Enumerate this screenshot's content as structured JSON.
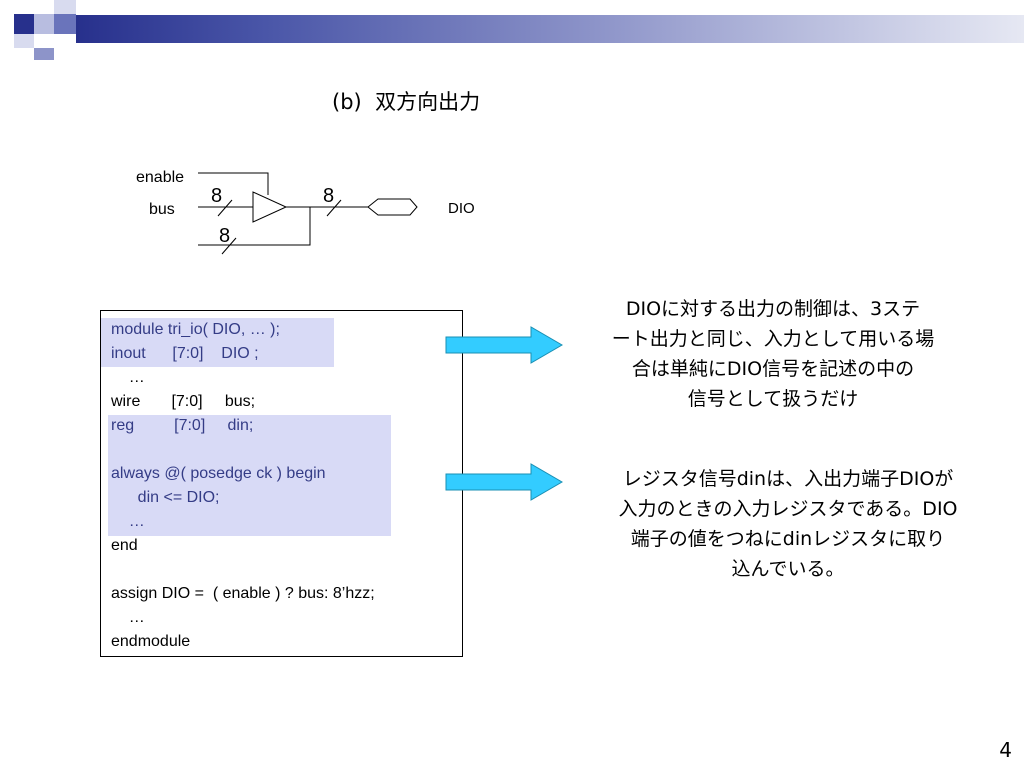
{
  "slide": {
    "title": "(b)  双方向出力",
    "page_number": "4"
  },
  "colors": {
    "header_bar": "#27308c",
    "highlight": "#d8daf6",
    "arrow_fill": "#33ccff",
    "code_blue": "#343c86"
  },
  "diagram": {
    "enable_label": "enable",
    "bus_label": "bus",
    "dio_label": "DIO",
    "width_bus": "8",
    "width_out": "8",
    "width_feedback": "8"
  },
  "code": {
    "lines": [
      "module tri_io( DIO, … );",
      "inout      [7:0]    DIO ;",
      "    …",
      "wire       [7:0]     bus;",
      "reg         [7:0]     din;",
      "",
      "always @( posedge ck ) begin",
      "      din <= DIO;",
      "    …",
      "end",
      "",
      "assign DIO =  ( enable ) ? bus: 8’hzz;",
      "    …",
      "endmodule"
    ]
  },
  "notes": {
    "note1": [
      "DIOに対する出力の制御は、3ステ",
      "ート出力と同じ、入力として用いる場",
      "合は単純にDIO信号を記述の中の",
      "信号として扱うだけ"
    ],
    "note2": [
      "レジスタ信号dinは、入出力端子DIOが",
      "入力のときの入力レジスタである。DIO",
      "端子の値をつねにdinレジスタに取り",
      "込んでいる。"
    ]
  }
}
